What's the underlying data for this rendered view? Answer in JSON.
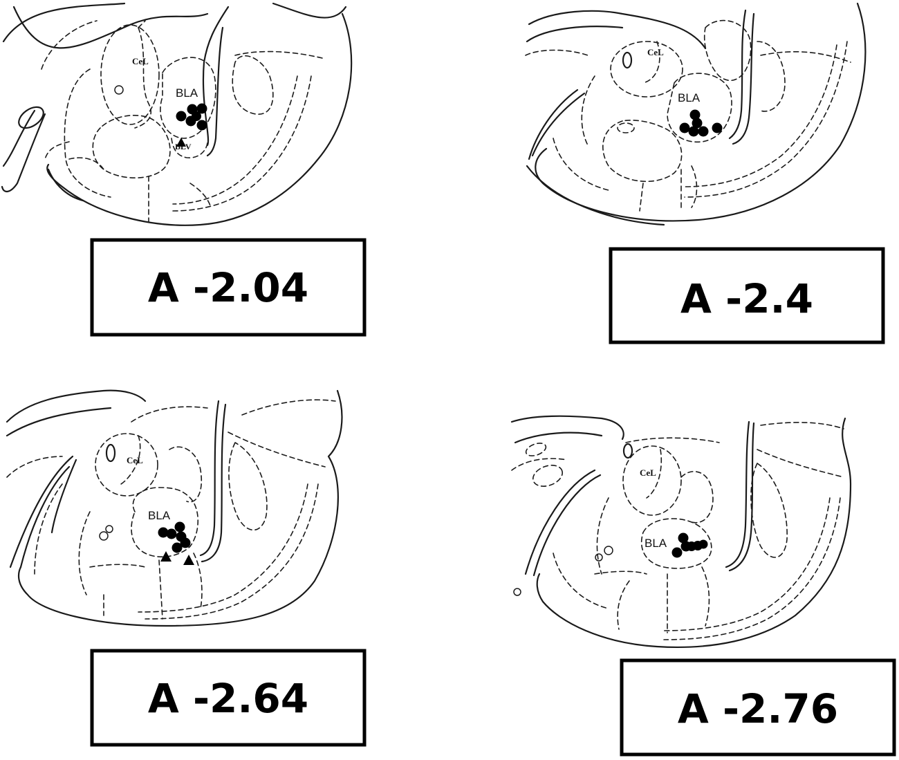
{
  "panels": [
    {
      "coordinate": "A -2.04",
      "regions": {
        "cel": "CeL",
        "bla": "BLA",
        "blv": "BLV"
      },
      "marker_counts": {
        "bla_circles": 6,
        "blv_triangles": 1
      }
    },
    {
      "coordinate": "A -2.4",
      "regions": {
        "cel": "CeL",
        "bla": "BLA"
      },
      "marker_counts": {
        "bla_circles": 6,
        "blv_triangles": 0
      }
    },
    {
      "coordinate": "A -2.64",
      "regions": {
        "cel": "CeL",
        "bla": "BLA"
      },
      "marker_counts": {
        "bla_circles": 6,
        "blv_triangles": 2
      }
    },
    {
      "coordinate": "A -2.76",
      "regions": {
        "cel": "CeL",
        "bla": "BLA"
      },
      "marker_counts": {
        "bla_circles": 6,
        "blv_triangles": 0
      }
    }
  ],
  "colors": {
    "ink": "#000000",
    "background": "#ffffff"
  }
}
